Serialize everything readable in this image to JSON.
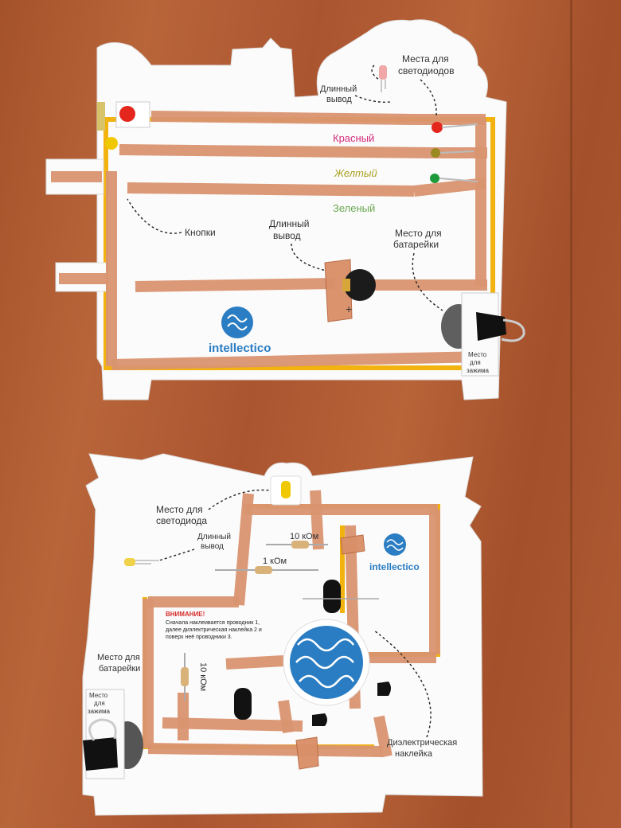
{
  "top_card": {
    "labels": {
      "led_places": [
        "Места для",
        "светодиодов"
      ],
      "long_lead_top": [
        "Длинный",
        "вывод"
      ],
      "red": "Красный",
      "yellow": "Желтый",
      "green": "Зеленый",
      "buttons": "Кнопки",
      "long_lead_mid": [
        "Длинный",
        "вывод"
      ],
      "battery_place": [
        "Место для",
        "батарейки"
      ],
      "plus": "+",
      "clip_place": [
        "Место",
        "для",
        "зажима"
      ]
    },
    "brand": "intellectico"
  },
  "bottom_card": {
    "labels": {
      "led_place": [
        "Место для",
        "светодиода"
      ],
      "long_lead": [
        "Длинный",
        "вывод"
      ],
      "r10k_top": "10 кОм",
      "r1k": "1 кОм",
      "battery_place": [
        "Место для",
        "батарейки"
      ],
      "r10k_side": "10 кОм",
      "clip_place": [
        "Место",
        "для",
        "зажима"
      ],
      "dielectric": [
        "Диэлектрическая",
        "наклейка"
      ]
    },
    "warning": {
      "title": "ВНИМАНИЕ!",
      "lines": [
        "Сначала наклеивается проводник 1,",
        "далее диэлектрическая наклейка 2 и",
        "поверх неё проводники 3."
      ]
    },
    "brand": "intellectico"
  },
  "colors": {
    "wood": "#b05b33",
    "copper": "#d98f67",
    "yellow_trace": "#f2b311",
    "brand_blue": "#2a7dc3",
    "led_red": "#e4261d",
    "led_yellow": "#f0c800",
    "led_green": "#1f9a3a"
  }
}
